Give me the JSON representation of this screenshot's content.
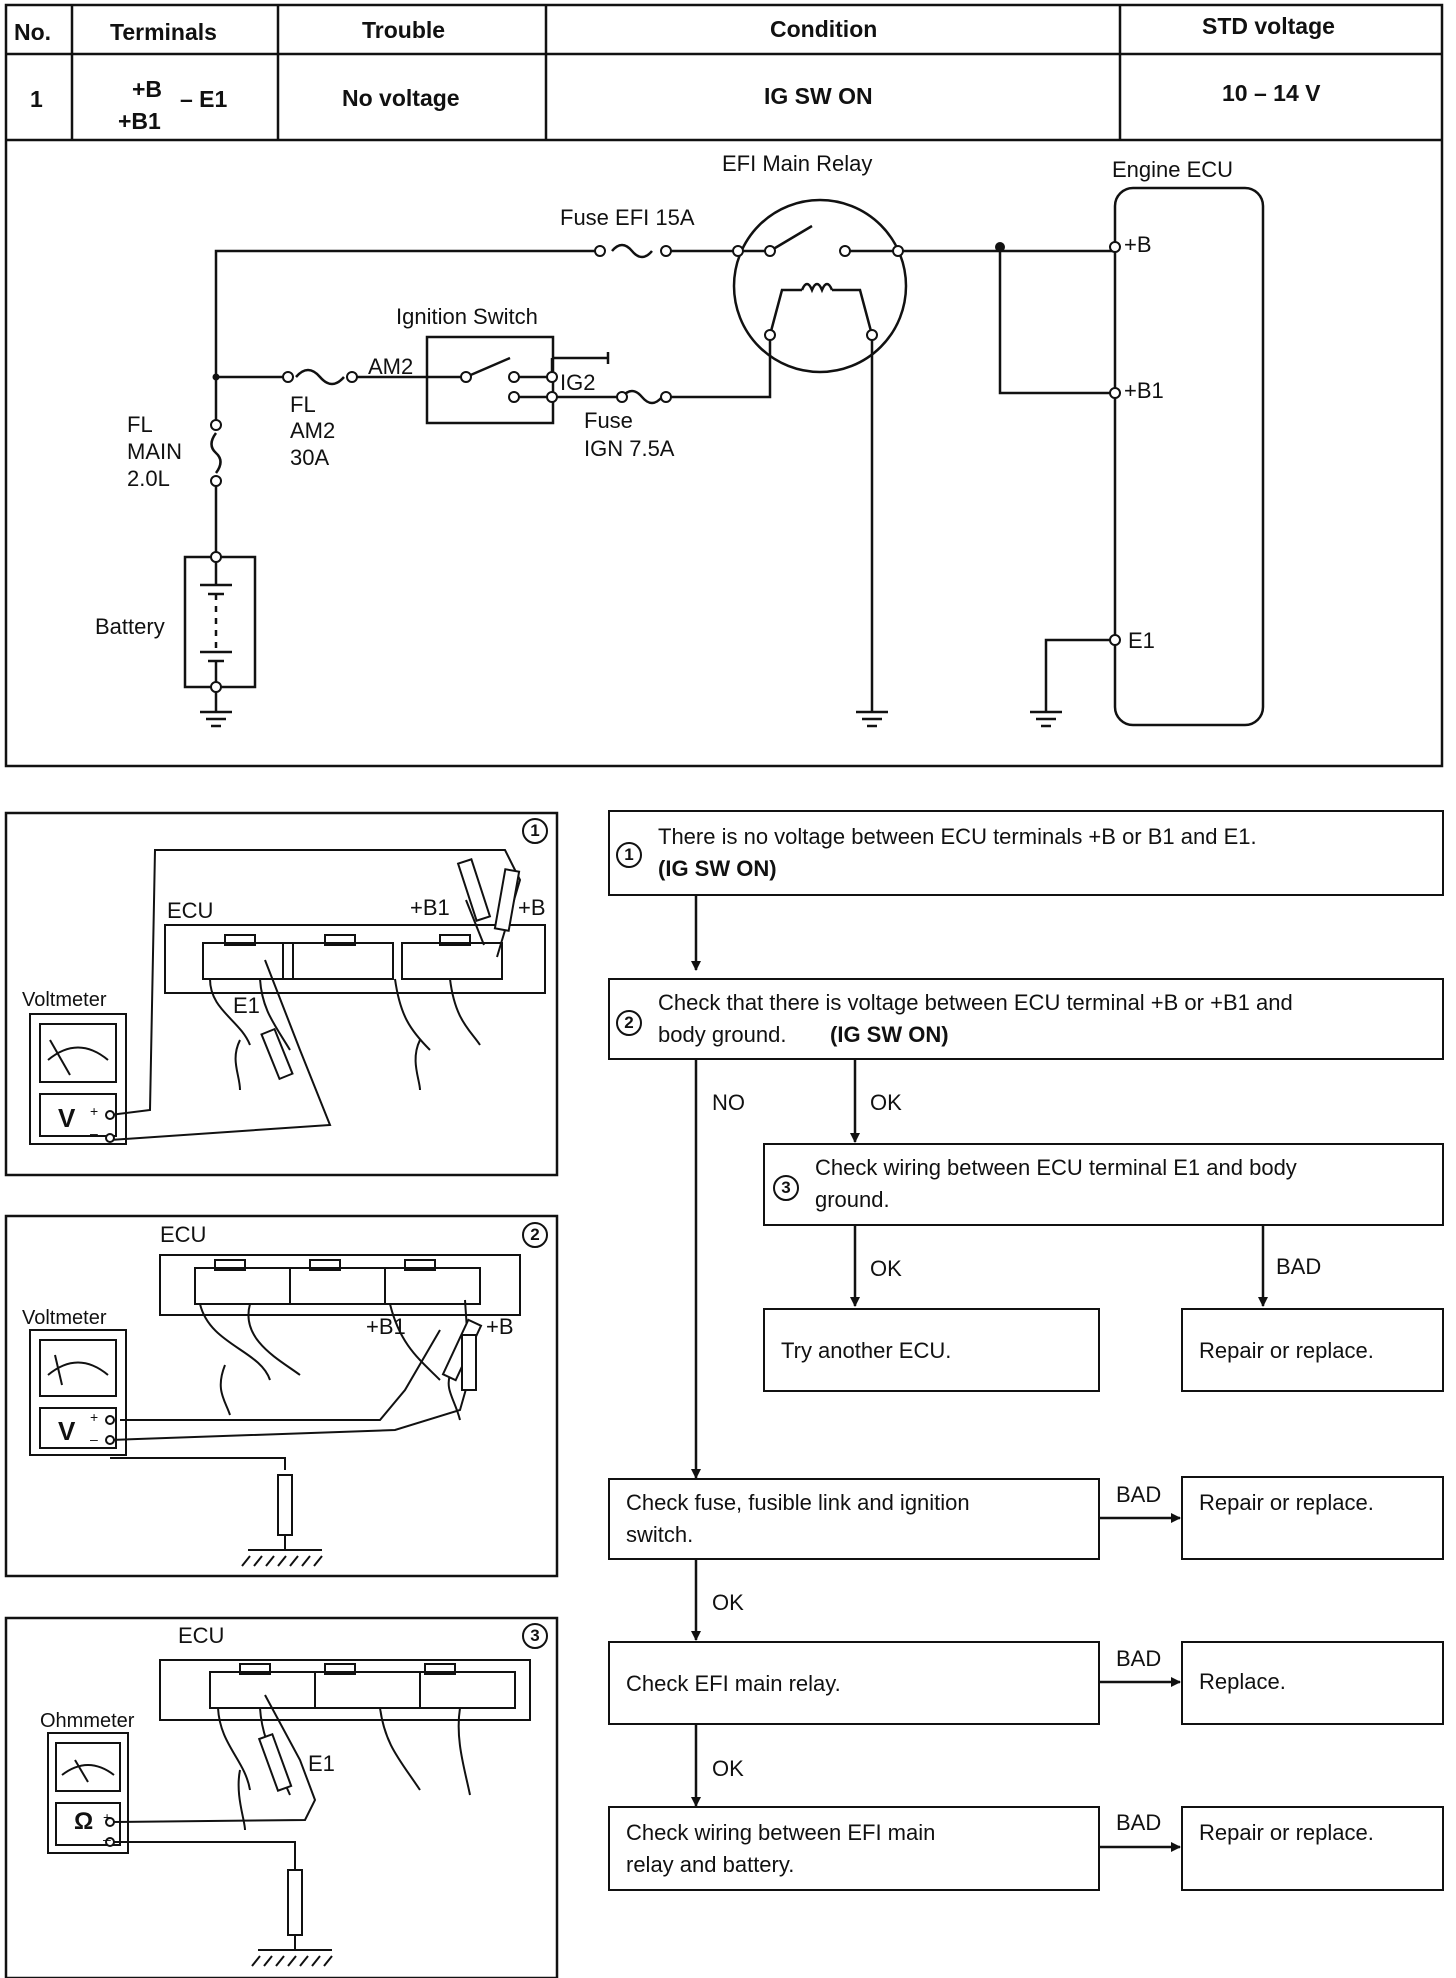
{
  "table": {
    "headers": {
      "no": "No.",
      "terminals": "Terminals",
      "trouble": "Trouble",
      "condition": "Condition",
      "std_voltage": "STD voltage"
    },
    "row": {
      "no": "1",
      "term_plus_b": "+B",
      "term_e1": "– E1",
      "term_plus_b1": "+B1",
      "trouble": "No voltage",
      "condition": "IG SW ON",
      "std_voltage": "10 – 14 V"
    }
  },
  "wiring": {
    "efi_main_relay": "EFI Main Relay",
    "engine_ecu": "Engine ECU",
    "fuse_efi": "Fuse EFI 15A",
    "ignition_switch": "Ignition Switch",
    "am2": "AM2",
    "ig2": "IG2",
    "fuse_ign_1": "Fuse",
    "fuse_ign_2": "IGN 7.5A",
    "fl_am2_1": "FL",
    "fl_am2_2": "AM2",
    "fl_am2_3": "30A",
    "fl_main_1": "FL",
    "fl_main_2": "MAIN",
    "fl_main_3": "2.0L",
    "battery": "Battery",
    "term_b": "+B",
    "term_b1": "+B1",
    "term_e1": "E1"
  },
  "illus": {
    "p1": {
      "num": "1",
      "ecu": "ECU",
      "b1": "+B1",
      "b": "+B",
      "e1": "E1",
      "meter": "Voltmeter",
      "meter_unit": "V",
      "plus": "+",
      "minus": "–"
    },
    "p2": {
      "num": "2",
      "ecu": "ECU",
      "b1": "+B1",
      "b": "+B",
      "meter": "Voltmeter",
      "meter_unit": "V",
      "plus": "+",
      "minus": "–"
    },
    "p3": {
      "num": "3",
      "ecu": "ECU",
      "e1": "E1",
      "meter": "Ohmmeter",
      "meter_unit": "Ω",
      "plus": "+",
      "minus": "–"
    }
  },
  "flow": {
    "step1": {
      "num": "1",
      "line1": "There is no voltage between ECU terminals +B or B1 and E1.",
      "line2": "(IG SW ON)"
    },
    "step2": {
      "num": "2",
      "line1": "Check that there is voltage between ECU terminal +B or +B1 and",
      "line2a": "body ground.",
      "line2b": "(IG SW ON)"
    },
    "step3": {
      "num": "3",
      "line1": "Check wiring between ECU terminal E1 and body",
      "line2": "ground."
    },
    "no": "NO",
    "ok": "OK",
    "bad": "BAD",
    "try_ecu": "Try another ECU.",
    "repair_replace": "Repair or replace.",
    "check_fuse_1": "Check fuse, fusible link and ignition",
    "check_fuse_2": "switch.",
    "check_relay": "Check EFI main relay.",
    "replace": "Replace.",
    "check_wiring_1": "Check wiring between EFI main",
    "check_wiring_2": "relay and battery."
  }
}
